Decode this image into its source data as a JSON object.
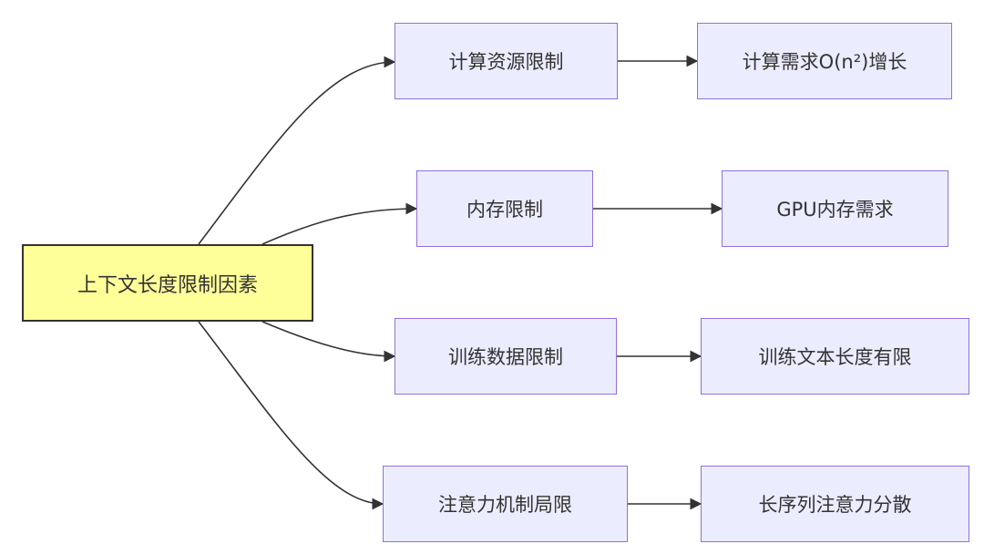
{
  "root": {
    "label": "上下文长度限制因素"
  },
  "branches": [
    {
      "label": "计算资源限制",
      "child": "计算需求O(n²)增长"
    },
    {
      "label": "内存限制",
      "child": "GPU内存需求"
    },
    {
      "label": "训练数据限制",
      "child": "训练文本长度有限"
    },
    {
      "label": "注意力机制局限",
      "child": "长序列注意力分散"
    }
  ],
  "colors": {
    "root_fill": "#ffff99",
    "root_border": "#333333",
    "node_fill": "#ececff",
    "node_border": "#9370db",
    "edge": "#333333"
  }
}
